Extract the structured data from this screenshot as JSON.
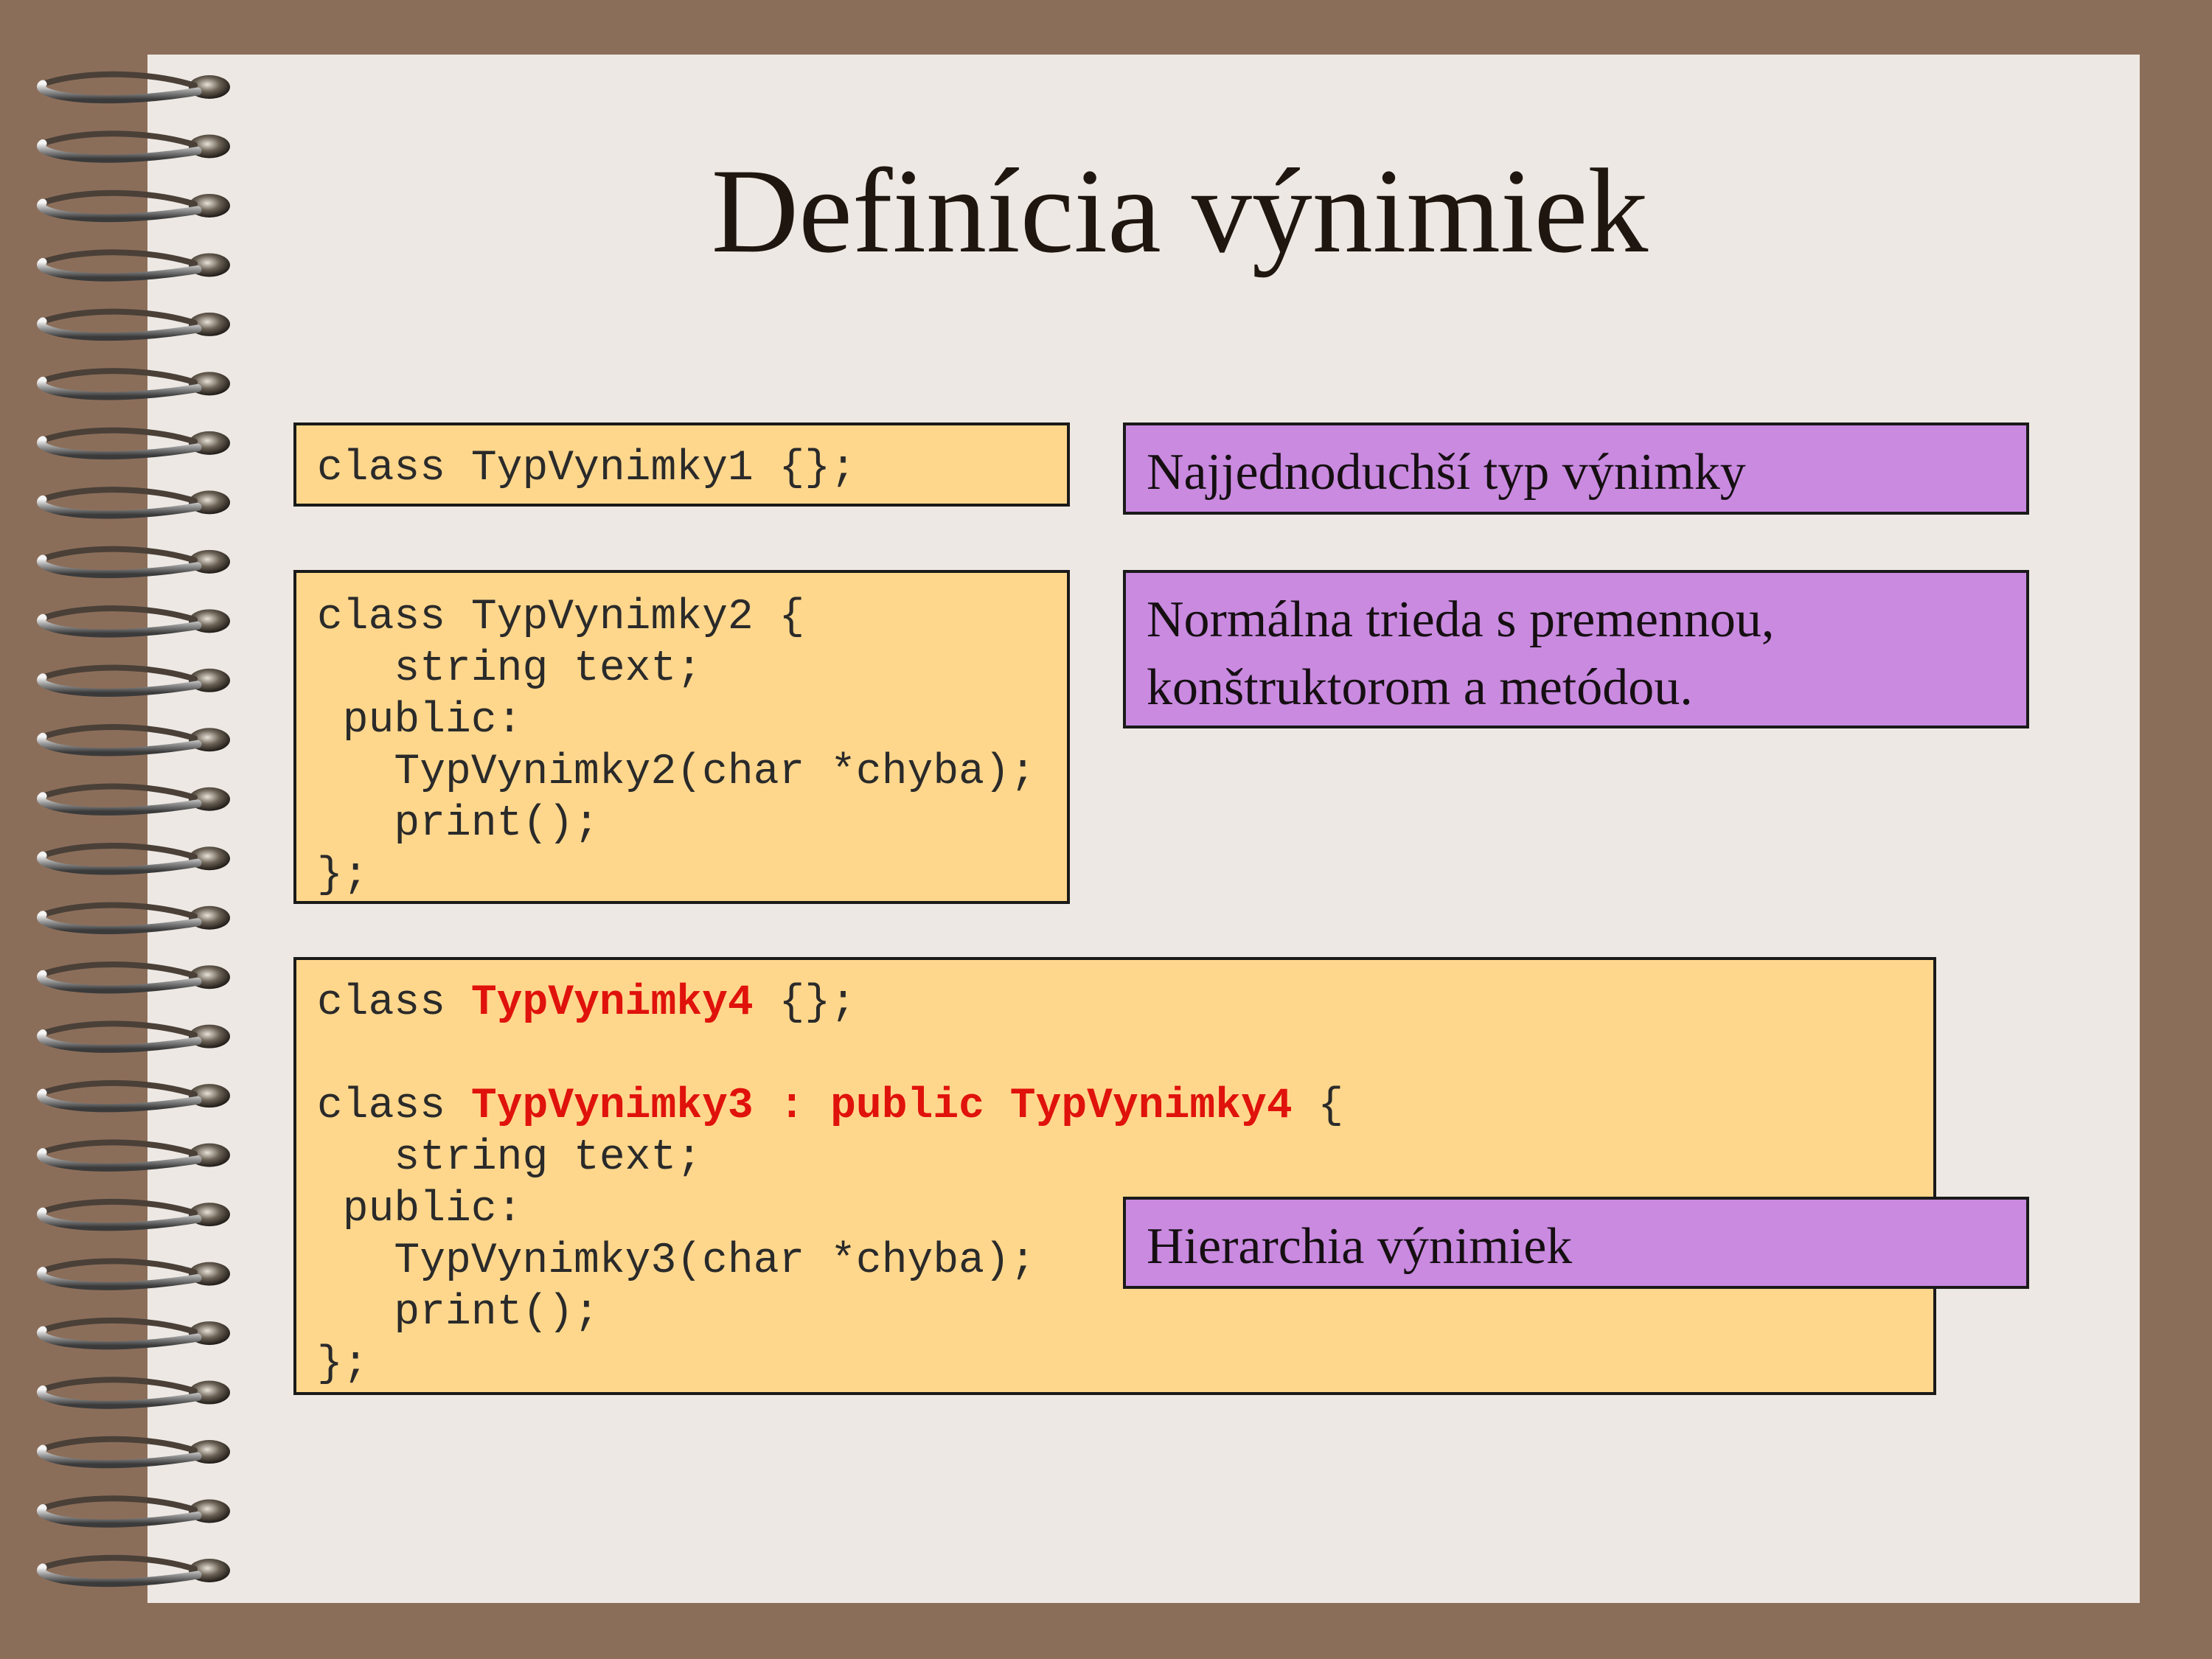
{
  "slide": {
    "title": "Definícia výnimiek"
  },
  "code_blocks": [
    {
      "id": "simple",
      "lines": [
        "class TypVynimky1 {};"
      ]
    },
    {
      "id": "normal-class",
      "lines": [
        "class TypVynimky2 {",
        "   string text;",
        " public:",
        "   TypVynimky2(char *chyba);",
        "   print();",
        "};"
      ]
    },
    {
      "id": "hierarchy",
      "line1": {
        "prefix": "class ",
        "highlight": "TypVynimky4",
        "suffix": " {};"
      },
      "line2": {
        "prefix": "class ",
        "highlight": "TypVynimky3 : public TypVynimky4",
        "suffix": " {"
      },
      "lines": [
        "   string text;",
        " public:",
        "   TypVynimky3(char *chyba);",
        "   print();",
        "};"
      ]
    }
  ],
  "notes": [
    {
      "id": "simplest",
      "lines": [
        "Najjednoduchší typ výnimky"
      ]
    },
    {
      "id": "normal",
      "lines": [
        "Normálna trieda s premennou,",
        "konštruktorom a metódou."
      ]
    },
    {
      "id": "hierarchy",
      "lines": [
        "Hierarchia výnimiek"
      ]
    }
  ],
  "colors": {
    "background": "#8b6e5a",
    "page": "#ede8e3",
    "code_box": "#ffd78c",
    "note_box": "#c98ae0",
    "highlight": "#e0120c"
  },
  "decoration": {
    "binding": "spiral-binding-icon"
  }
}
